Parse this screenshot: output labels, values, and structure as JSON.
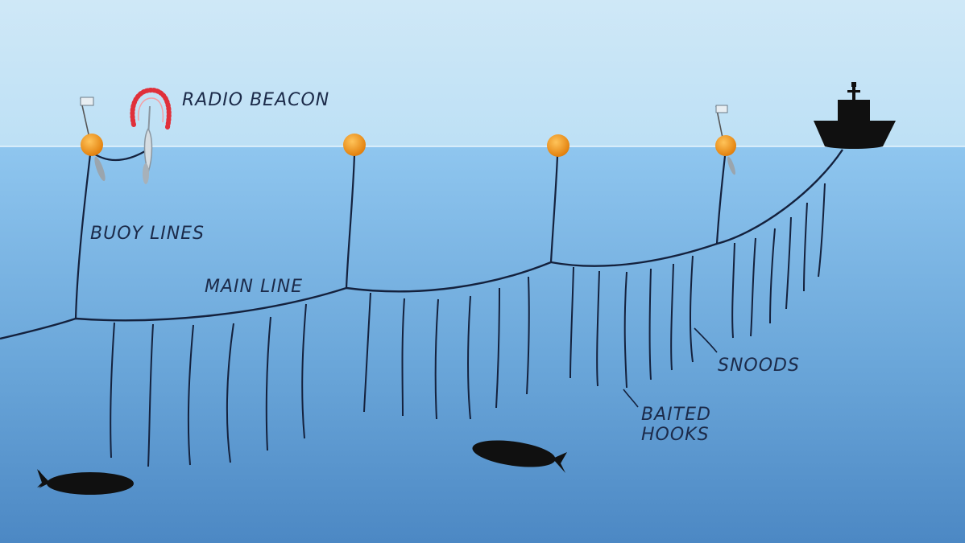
{
  "labels": {
    "radio_beacon": "RADIO BEACON",
    "buoy_lines": "BUOY LINES",
    "main_line": "MAIN LINE",
    "snoods": "SNOODS",
    "baited_hooks_1": "BAITED",
    "baited_hooks_2": "HOOKS"
  },
  "colors": {
    "sky_top": "#cfe8f7",
    "sky_bottom": "#b9dcf3",
    "sea_top": "#8dc3ee",
    "sea_bottom": "#4f8dc9",
    "line": "#14213d",
    "buoy": "#f08a12",
    "beacon_wave": "#e0303a",
    "silhouette": "#101010",
    "label": "#1c2b4a"
  },
  "icons": [
    "buoy-icon",
    "flag-icon",
    "radio-beacon-icon",
    "boat-icon",
    "fish-icon"
  ]
}
